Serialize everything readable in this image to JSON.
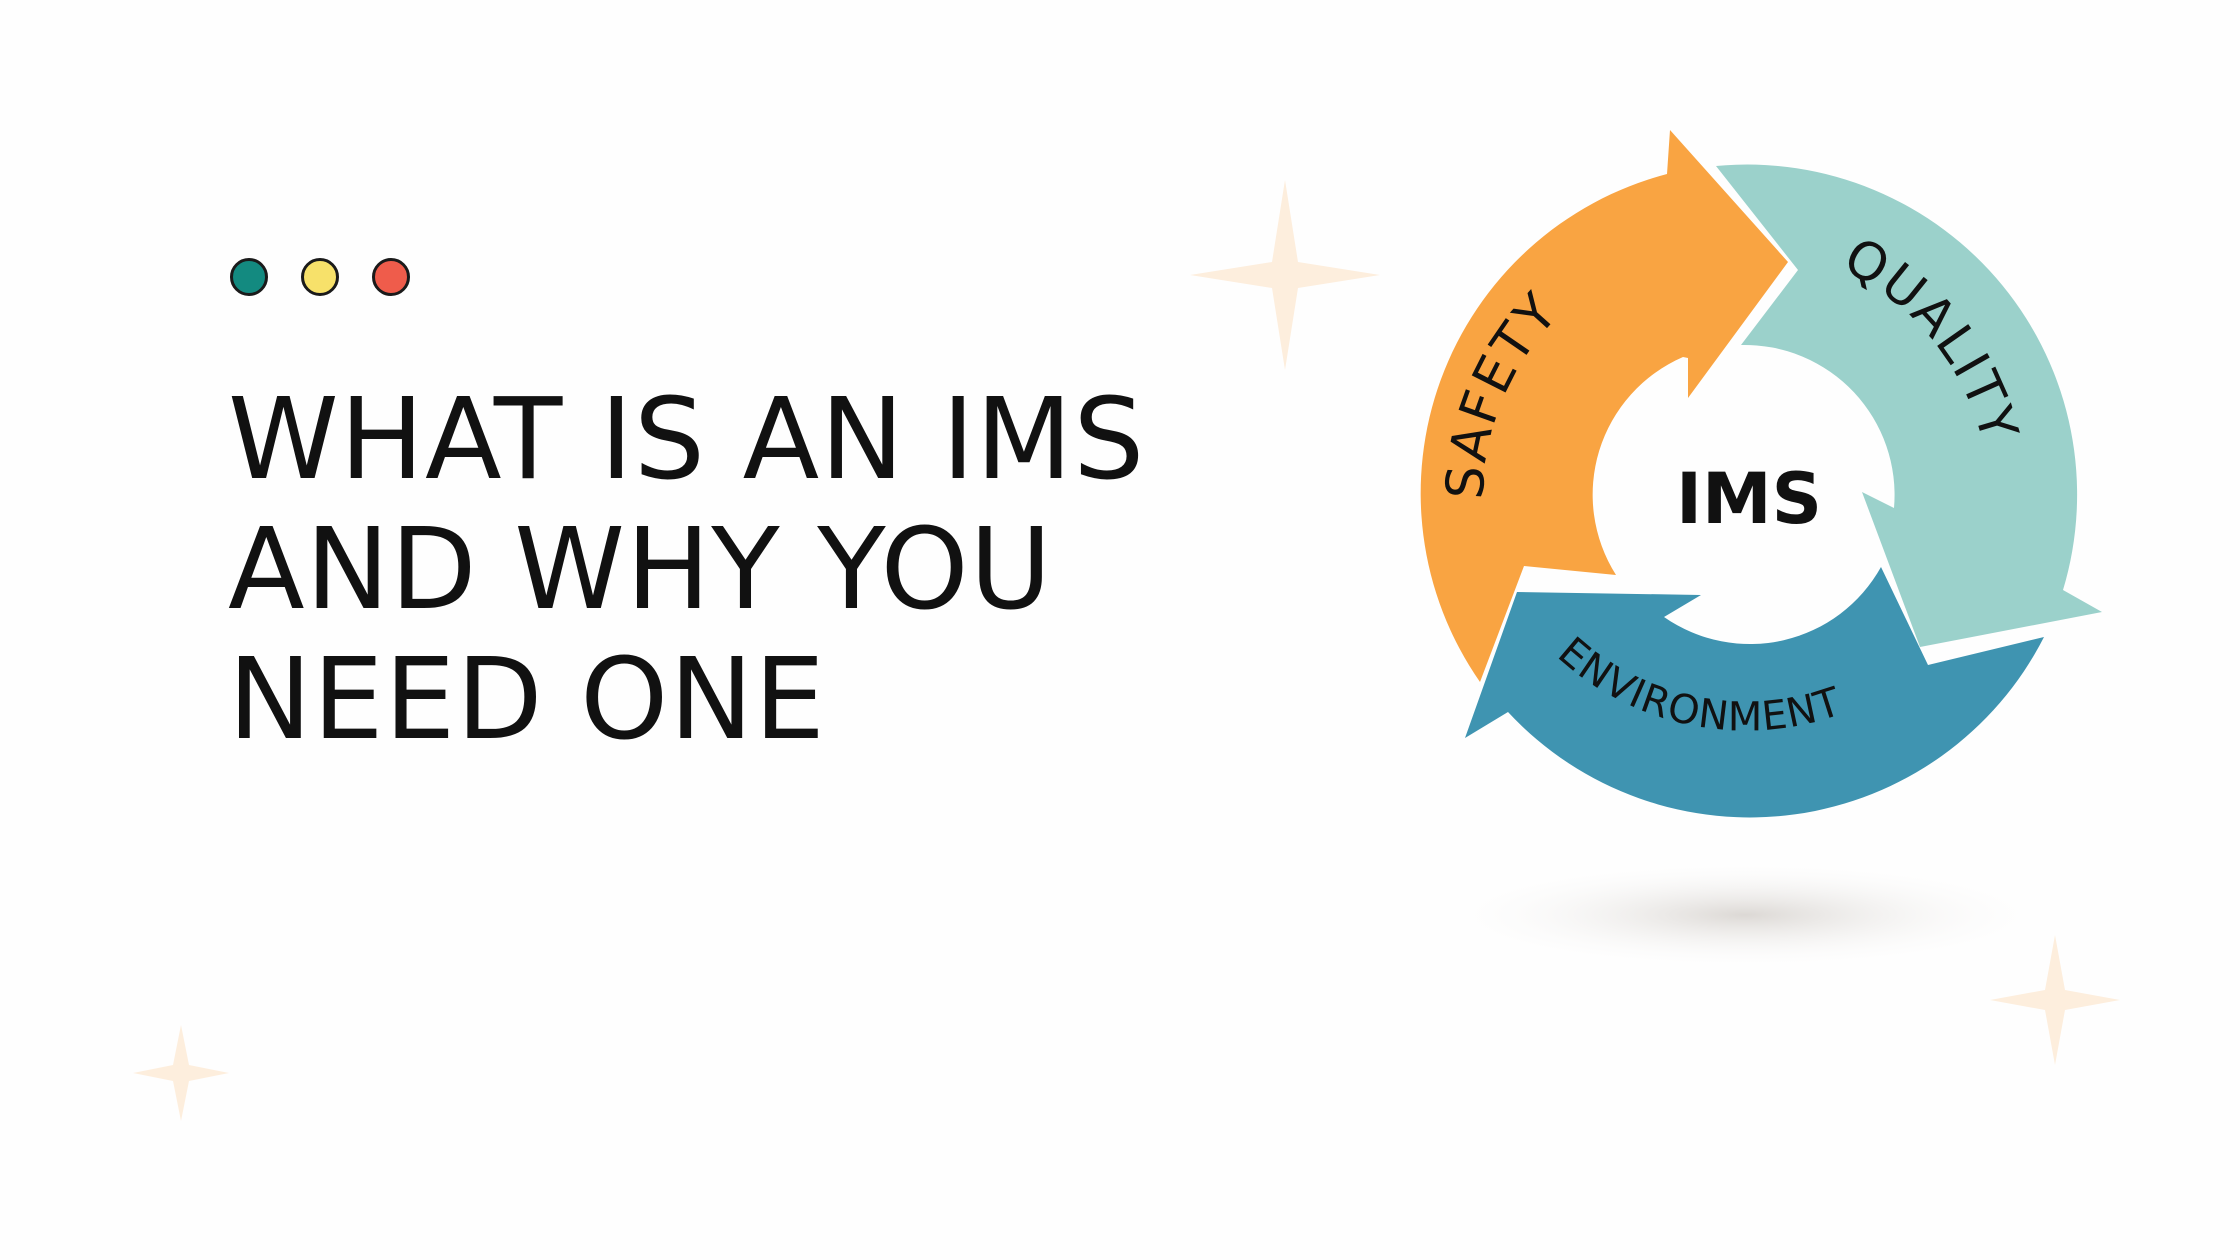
{
  "indicator_dots": [
    {
      "name": "teal-dot",
      "color": "#138a80"
    },
    {
      "name": "yellow-dot",
      "color": "#f7e16a"
    },
    {
      "name": "red-dot",
      "color": "#ef5c4b"
    }
  ],
  "headline": {
    "lines": [
      "WHAT IS AN IMS",
      "AND WHY YOU",
      "NEED ONE"
    ]
  },
  "diagram": {
    "center_label": "IMS",
    "segments": [
      {
        "label": "SAFETY",
        "color": "#f9a442"
      },
      {
        "label": "QUALITY",
        "color": "#9bd1cb"
      },
      {
        "label": "ENVIRONMENT",
        "color": "#3f94b1"
      }
    ]
  },
  "colors": {
    "background": "#fefefe",
    "text": "#111111",
    "sparkle": "#fdeedd"
  }
}
